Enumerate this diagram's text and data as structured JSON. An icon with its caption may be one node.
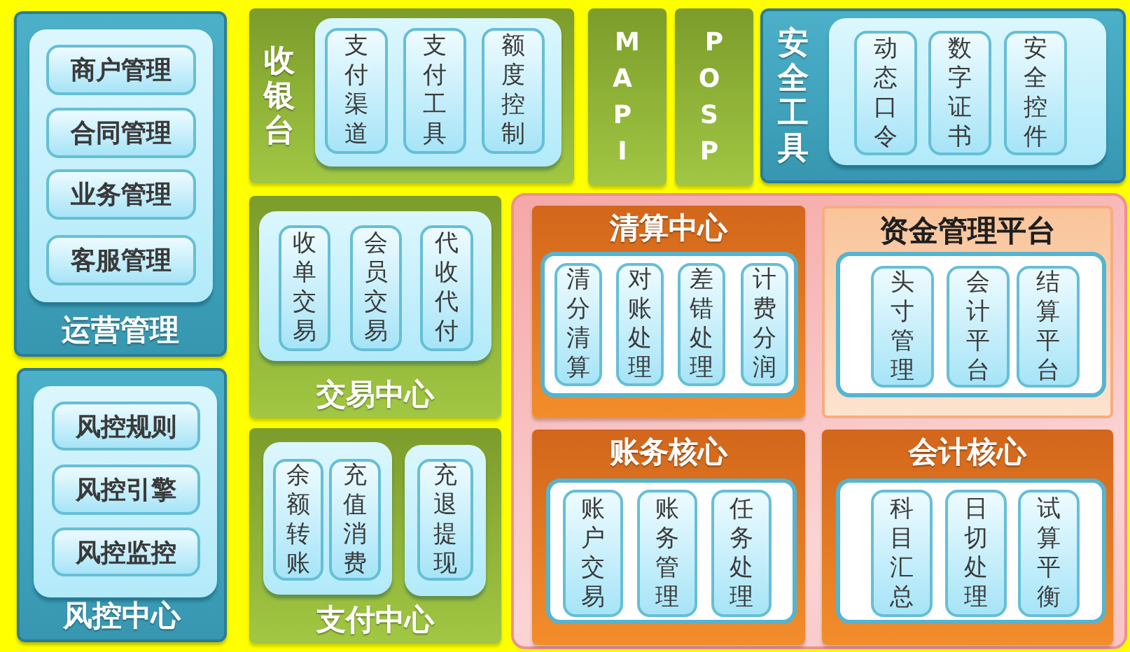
{
  "diagram": {
    "nodes": [
      {
        "text": [
          "运营管理"
        ]
      },
      {
        "text": [],
        "shape": "box",
        "in": 0
      },
      {
        "text": [
          "商户管理"
        ],
        "in": 1
      },
      {
        "text": [
          "合同管理"
        ],
        "in": 1
      },
      {
        "text": [
          "业务管理"
        ],
        "in": 1
      },
      {
        "text": [
          "客服管理"
        ],
        "in": 1
      },
      {
        "text": [
          "收银台"
        ]
      },
      {
        "text": [],
        "shape": "box",
        "in": 6
      },
      {
        "text": [
          "支付渠道"
        ],
        "in": 7
      },
      {
        "text": [
          "支付工具"
        ],
        "in": 7
      },
      {
        "text": [
          "额度控制"
        ],
        "in": 7
      },
      {
        "text": [
          "MAPI"
        ]
      },
      {
        "text": [
          "POSP"
        ]
      },
      {
        "text": [
          "安全工具"
        ]
      },
      {
        "text": [],
        "shape": "box",
        "in": 13
      },
      {
        "text": [
          "动态口令"
        ],
        "in": 14
      },
      {
        "text": [
          "数字证书"
        ],
        "in": 14
      },
      {
        "text": [
          "安全控件"
        ],
        "in": 14
      },
      {
        "text": [
          "交易中心"
        ]
      },
      {
        "text": [],
        "shape": "box",
        "in": 18
      },
      {
        "text": [
          "收单交易"
        ],
        "in": 19
      },
      {
        "text": [
          "会员交易"
        ],
        "in": 19
      },
      {
        "text": [
          "代收代付"
        ],
        "in": 19
      },
      {
        "text": [],
        "shape": "box"
      },
      {
        "text": [
          "清算中心"
        ],
        "in": 23
      },
      {
        "text": [],
        "shape": "box",
        "in": 24
      },
      {
        "text": [
          "清分清算"
        ],
        "in": 25
      },
      {
        "text": [
          "对账处理"
        ],
        "in": 25
      },
      {
        "text": [
          "差错处理"
        ],
        "in": 25
      },
      {
        "text": [
          "计费分润"
        ],
        "in": 25
      },
      {
        "text": [
          "资金管理平台"
        ],
        "in": 23
      },
      {
        "text": [],
        "shape": "box",
        "in": 30
      },
      {
        "text": [
          "头寸管理"
        ],
        "in": 31
      },
      {
        "text": [
          "会计平台"
        ],
        "in": 31
      },
      {
        "text": [
          "结算平台"
        ],
        "in": 31
      },
      {
        "text": [
          "账务核心"
        ],
        "in": 23
      },
      {
        "text": [],
        "shape": "box",
        "in": 35
      },
      {
        "text": [
          "账户交易"
        ],
        "in": 36
      },
      {
        "text": [
          "账务管理"
        ],
        "in": 36
      },
      {
        "text": [
          "任务处理"
        ],
        "in": 36
      },
      {
        "text": [
          "会计核心"
        ],
        "in": 23
      },
      {
        "text": [],
        "shape": "box",
        "in": 40
      },
      {
        "text": [
          "科目汇总"
        ],
        "in": 41
      },
      {
        "text": [
          "日切处理"
        ],
        "in": 41
      },
      {
        "text": [
          "试算平衡"
        ],
        "in": 41
      },
      {
        "text": [
          "风控中心"
        ]
      },
      {
        "text": [],
        "shape": "box",
        "in": 45
      },
      {
        "text": [
          "风控规则"
        ],
        "in": 46
      },
      {
        "text": [
          "风控引擎"
        ],
        "in": 46
      },
      {
        "text": [
          "风控监控"
        ],
        "in": 46
      },
      {
        "text": [
          "支付中心"
        ]
      },
      {
        "text": [],
        "shape": "box",
        "in": 50
      },
      {
        "text": [
          "余额转账"
        ],
        "in": 51
      },
      {
        "text": [
          "充值消费"
        ],
        "in": 51
      },
      {
        "text": [],
        "shape": "box",
        "in": 50
      },
      {
        "text": [
          "充退提现"
        ],
        "in": 54
      }
    ]
  }
}
